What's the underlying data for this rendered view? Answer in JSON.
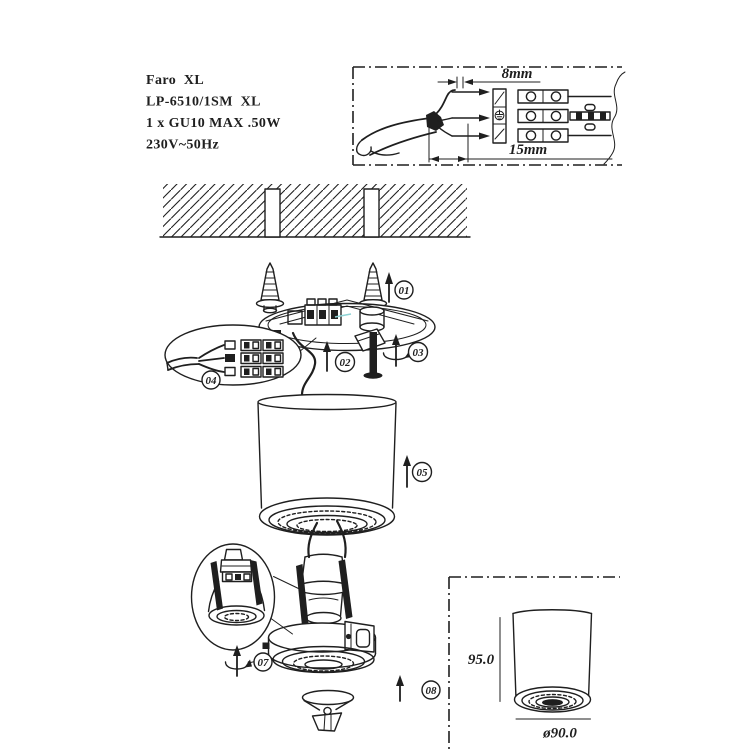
{
  "document": {
    "type": "luminaire-installation-diagram",
    "colors": {
      "ink": "#1f1f1f",
      "background": "#ffffff",
      "accent_cyan": "#8ed2d4"
    }
  },
  "product_info": {
    "line1": "Faro  XL",
    "line2": "LP-6510/1SM  XL",
    "line3": "1 x GU10 MAX .50W",
    "line4": "230V~50Hz"
  },
  "wiring_inset": {
    "strip_length_label": "8mm",
    "sheath_length_label": "15mm"
  },
  "steps": {
    "s01": "01",
    "s02": "02",
    "s03": "03",
    "s04": "04",
    "s05": "05",
    "s07": "07",
    "s08": "08"
  },
  "dimensions_inset": {
    "height_label": "95.0",
    "diameter_label": "ø90.0"
  },
  "icons": {
    "up_arrow": "arrow pointing up",
    "rotate_arrow": "rotate clockwise arrow",
    "earth_symbol": "earth ground symbol"
  }
}
